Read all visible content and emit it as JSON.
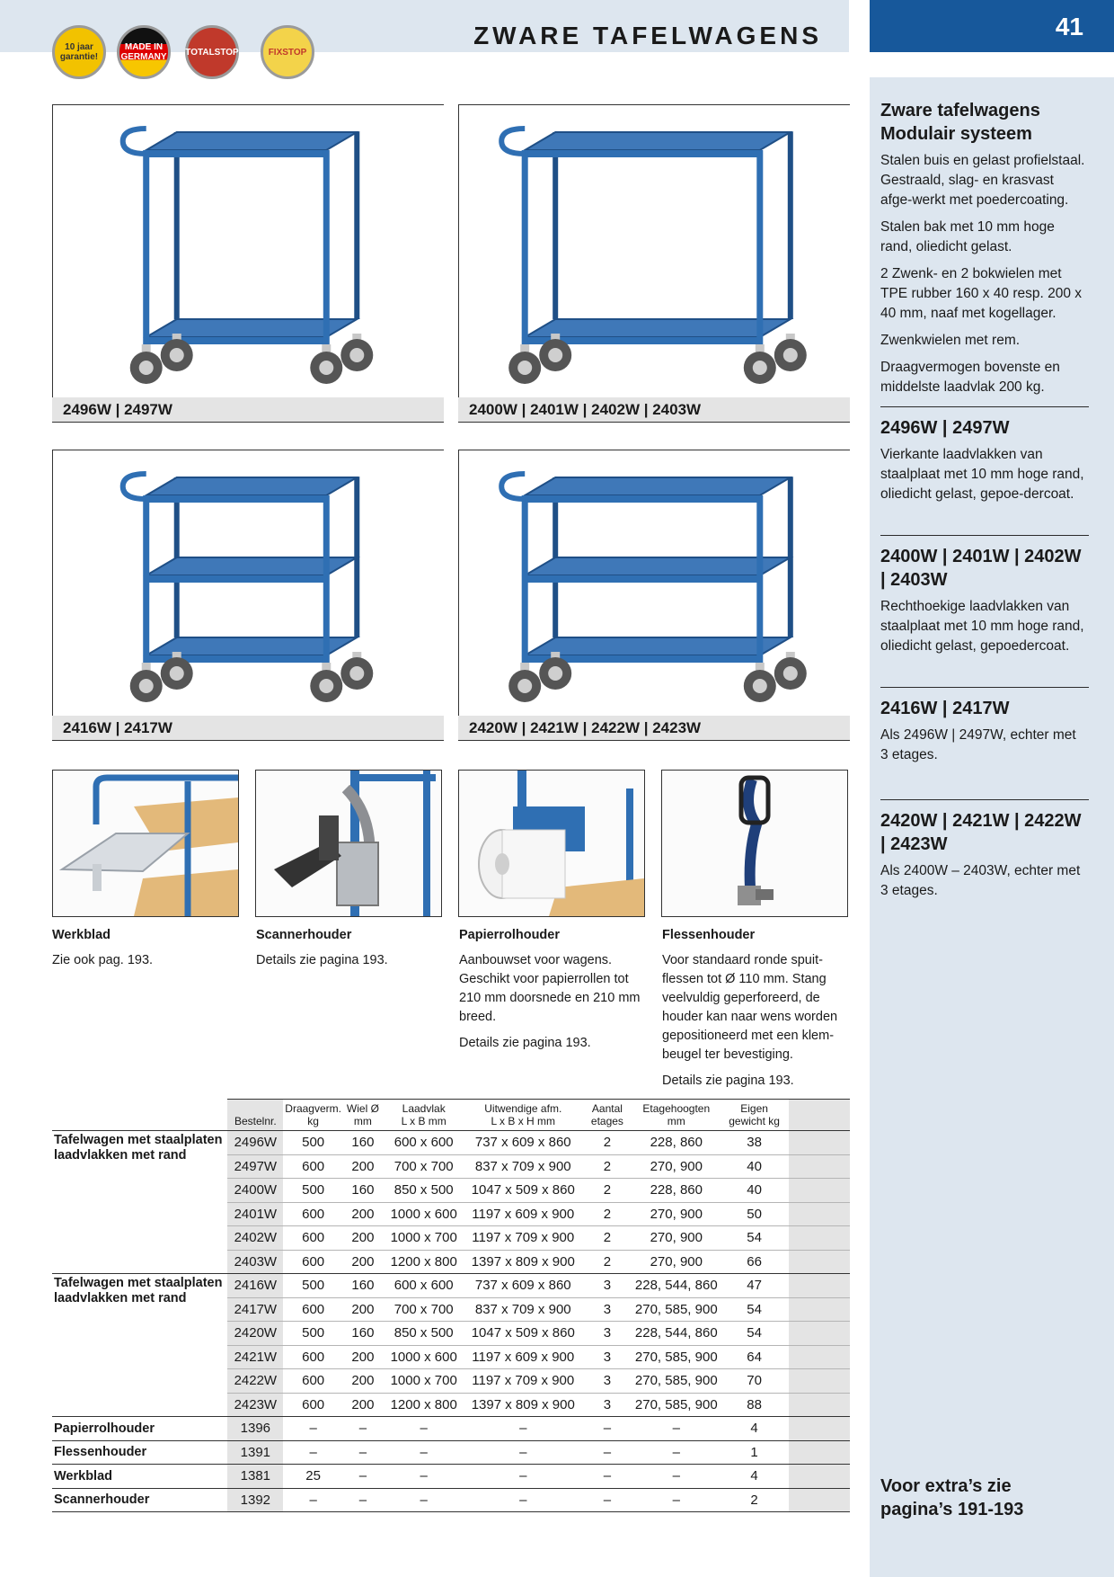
{
  "header": {
    "title": "ZWARE TAFELWAGENS",
    "page_number": "41",
    "band_color": "#dde6ef",
    "accent_color": "#17589b",
    "badges": [
      {
        "label": "10 jaar garantie!"
      },
      {
        "label": "MADE IN GERMANY"
      },
      {
        "label": "TOTALSTOP"
      },
      {
        "label": "FIXSTOP"
      }
    ]
  },
  "sidebar": {
    "intro": {
      "title": "Zware tafelwagens Modulair systeem",
      "paragraphs": [
        "Stalen buis en gelast profielstaal. Gestraald, slag- en krasvast afge-werkt met poedercoating.",
        "Stalen bak met 10 mm hoge rand, oliedicht gelast.",
        "2 Zwenk- en 2 bokwielen met TPE rubber 160 x 40 resp. 200 x 40 mm, naaf met kogellager.",
        "Zwenkwielen met rem.",
        "Draagvermogen bovenste en middelste laadvlak 200 kg."
      ]
    },
    "blocks": [
      {
        "title": "2496W | 2497W",
        "text": "Vierkante laadvlakken van staalplaat met 10 mm hoge rand, oliedicht gelast, gepoe-dercoat."
      },
      {
        "title": "2400W | 2401W | 2402W | 2403W",
        "text": "Rechthoekige laadvlakken van staalplaat met 10 mm hoge rand, oliedicht gelast, gepoedercoat."
      },
      {
        "title": "2416W | 2417W",
        "text": "Als 2496W | 2497W, echter met 3 etages."
      },
      {
        "title": "2420W | 2421W | 2422W | 2423W",
        "text": "Als 2400W – 2403W, echter met 3 etages."
      }
    ],
    "footer": "Voor extra’s zie pagina’s 191-193"
  },
  "products": [
    {
      "caption": "2496W | 2497W",
      "shelves": 2,
      "shape": "square"
    },
    {
      "caption": "2400W | 2401W | 2402W | 2403W",
      "shelves": 2,
      "shape": "rect"
    },
    {
      "caption": "2416W | 2417W",
      "shelves": 3,
      "shape": "square"
    },
    {
      "caption": "2420W | 2421W | 2422W | 2423W",
      "shelves": 3,
      "shape": "rect"
    }
  ],
  "accessories": [
    {
      "title": "Werkblad",
      "paragraphs": [
        "Zie ook pag. 193."
      ]
    },
    {
      "title": "Scannerhouder",
      "paragraphs": [
        "Details zie pagina 193."
      ]
    },
    {
      "title": "Papierrolhouder",
      "paragraphs": [
        "Aanbouwset voor wagens. Geschikt voor papierrollen tot 210 mm doorsnede en 210 mm breed.",
        "Details zie pagina 193."
      ]
    },
    {
      "title": "Flessenhouder",
      "paragraphs": [
        "Voor standaard ronde spuit-flessen tot Ø 110 mm. Stang veelvuldig geperforeerd, de houder kan naar wens worden gepositioneerd met een klem-beugel ter bevestiging.",
        "Details zie pagina 193."
      ]
    }
  ],
  "table": {
    "headers": [
      {
        "l1": "Bestelnr.",
        "l2": ""
      },
      {
        "l1": "Draagverm.",
        "l2": "kg"
      },
      {
        "l1": "Wiel Ø",
        "l2": "mm"
      },
      {
        "l1": "Laadvlak",
        "l2": "L x B mm"
      },
      {
        "l1": "Uitwendige afm.",
        "l2": "L x B x H mm"
      },
      {
        "l1": "Aantal",
        "l2": "etages"
      },
      {
        "l1": "Etagehoogten",
        "l2": "mm"
      },
      {
        "l1": "Eigen",
        "l2": "gewicht kg"
      }
    ],
    "groups": [
      {
        "label": "Tafelwagen met staalplaten laadvlakken met rand",
        "rows": [
          [
            "2496W",
            "500",
            "160",
            "600 x 600",
            "737 x 609 x 860",
            "2",
            "228, 860",
            "38"
          ],
          [
            "2497W",
            "600",
            "200",
            "700 x 700",
            "837 x 709 x 900",
            "2",
            "270, 900",
            "40"
          ],
          [
            "2400W",
            "500",
            "160",
            "850 x 500",
            "1047 x 509 x 860",
            "2",
            "228, 860",
            "40"
          ],
          [
            "2401W",
            "600",
            "200",
            "1000 x 600",
            "1197 x 609 x 900",
            "2",
            "270, 900",
            "50"
          ],
          [
            "2402W",
            "600",
            "200",
            "1000 x 700",
            "1197 x 709 x 900",
            "2",
            "270, 900",
            "54"
          ],
          [
            "2403W",
            "600",
            "200",
            "1200 x 800",
            "1397 x 809 x 900",
            "2",
            "270, 900",
            "66"
          ]
        ]
      },
      {
        "label": "Tafelwagen met staalplaten laadvlakken met rand",
        "rows": [
          [
            "2416W",
            "500",
            "160",
            "600 x 600",
            "737 x 609 x 860",
            "3",
            "228, 544, 860",
            "47"
          ],
          [
            "2417W",
            "600",
            "200",
            "700 x 700",
            "837 x 709 x 900",
            "3",
            "270, 585, 900",
            "54"
          ],
          [
            "2420W",
            "500",
            "160",
            "850 x 500",
            "1047 x 509 x 860",
            "3",
            "228, 544, 860",
            "54"
          ],
          [
            "2421W",
            "600",
            "200",
            "1000 x 600",
            "1197 x 609 x 900",
            "3",
            "270, 585, 900",
            "64"
          ],
          [
            "2422W",
            "600",
            "200",
            "1000 x 700",
            "1197 x 709 x 900",
            "3",
            "270, 585, 900",
            "70"
          ],
          [
            "2423W",
            "600",
            "200",
            "1200 x 800",
            "1397 x 809 x 900",
            "3",
            "270, 585, 900",
            "88"
          ]
        ]
      }
    ],
    "singles": [
      {
        "label": "Papierrolhouder",
        "cells": [
          "1396",
          "–",
          "–",
          "–",
          "–",
          "–",
          "–",
          "4"
        ]
      },
      {
        "label": "Flessenhouder",
        "cells": [
          "1391",
          "–",
          "–",
          "–",
          "–",
          "–",
          "–",
          "1"
        ]
      },
      {
        "label": "Werkblad",
        "cells": [
          "1381",
          "25",
          "–",
          "–",
          "–",
          "–",
          "–",
          "4"
        ]
      },
      {
        "label": "Scannerhouder",
        "cells": [
          "1392",
          "–",
          "–",
          "–",
          "–",
          "–",
          "–",
          "2"
        ]
      }
    ]
  }
}
